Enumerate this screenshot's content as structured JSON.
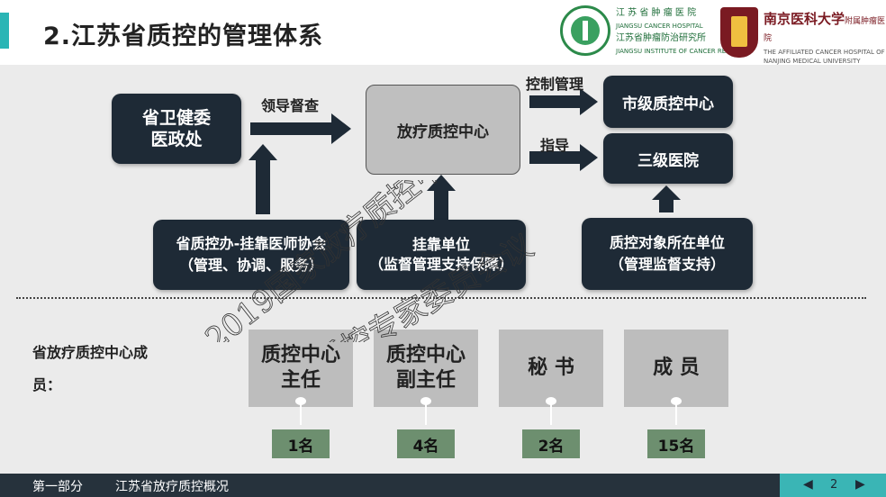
{
  "title": "2.江苏省质控的管理体系",
  "logos": {
    "left_line1": "江 苏 省 肿 瘤 医 院",
    "left_line2": "JIANGSU CANCER HOSPITAL",
    "left_line3": "江苏省肿瘤防治研究所",
    "left_line4": "JIANGSU INSTITUTE OF CANCER RESEARCH",
    "right_cn": "南京医科大学",
    "right_cn_small": "附属肿瘤医院",
    "right_en1": "THE AFFILIATED CANCER HOSPITAL OF",
    "right_en2": "NANJING MEDICAL UNIVERSITY"
  },
  "diagram": {
    "health_commission": "省卫健委\n医政处",
    "lead_supervise": "领导督查",
    "center": "放疗质控中心",
    "control_manage": "控制管理",
    "guide": "指导",
    "city_center": "市级质控中心",
    "tertiary_hospital": "三级医院",
    "provincial_office": "省质控办-挂靠医师协会\n（管理、协调、服务）",
    "host_unit": "挂靠单位\n（监督管理支持保障）",
    "target_unit": "质控对象所在单位\n（管理监督支持）"
  },
  "members": {
    "label": "省放疗质控中心成\n员：",
    "roles": [
      {
        "name": "质控中心\n主任",
        "count": "1名"
      },
      {
        "name": "质控中心\n副主任",
        "count": "4名"
      },
      {
        "name": "秘  书",
        "count": "2名"
      },
      {
        "name": "成  员",
        "count": "15名"
      }
    ]
  },
  "watermark": "2019国家放疗质控中心\n放疗质控专家委员会议",
  "footer": {
    "part": "第一部分",
    "topic": "江苏省放疗质控概况",
    "page": "2",
    "prev_icon": "prev-arrow-icon",
    "next_icon": "next-arrow-icon"
  }
}
